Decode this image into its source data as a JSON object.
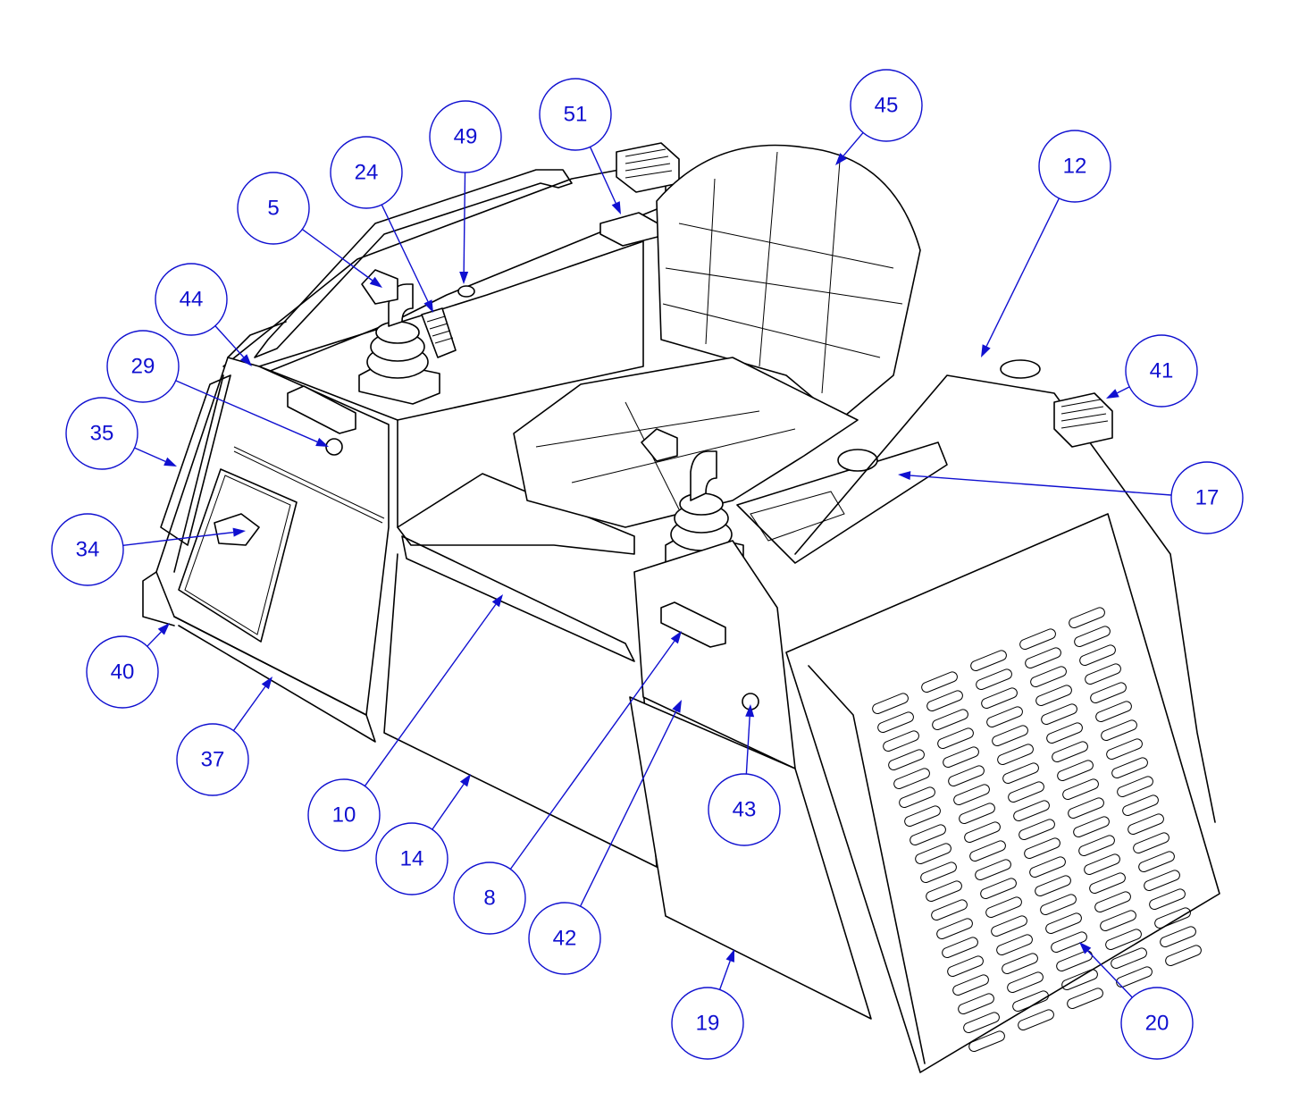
{
  "colors": {
    "callout": "#1010d0",
    "line": "#000000",
    "background": "#ffffff"
  },
  "callouts": [
    {
      "id": "c51",
      "label": "51"
    },
    {
      "id": "c45",
      "label": "45"
    },
    {
      "id": "c49",
      "label": "49"
    },
    {
      "id": "c24",
      "label": "24"
    },
    {
      "id": "c12",
      "label": "12"
    },
    {
      "id": "c5",
      "label": "5"
    },
    {
      "id": "c44",
      "label": "44"
    },
    {
      "id": "c41",
      "label": "41"
    },
    {
      "id": "c29",
      "label": "29"
    },
    {
      "id": "c35",
      "label": "35"
    },
    {
      "id": "c17",
      "label": "17"
    },
    {
      "id": "c34",
      "label": "34"
    },
    {
      "id": "c40",
      "label": "40"
    },
    {
      "id": "c37",
      "label": "37"
    },
    {
      "id": "c43",
      "label": "43"
    },
    {
      "id": "c10",
      "label": "10"
    },
    {
      "id": "c14",
      "label": "14"
    },
    {
      "id": "c8",
      "label": "8"
    },
    {
      "id": "c42",
      "label": "42"
    },
    {
      "id": "c19",
      "label": "19"
    },
    {
      "id": "c20",
      "label": "20"
    }
  ]
}
